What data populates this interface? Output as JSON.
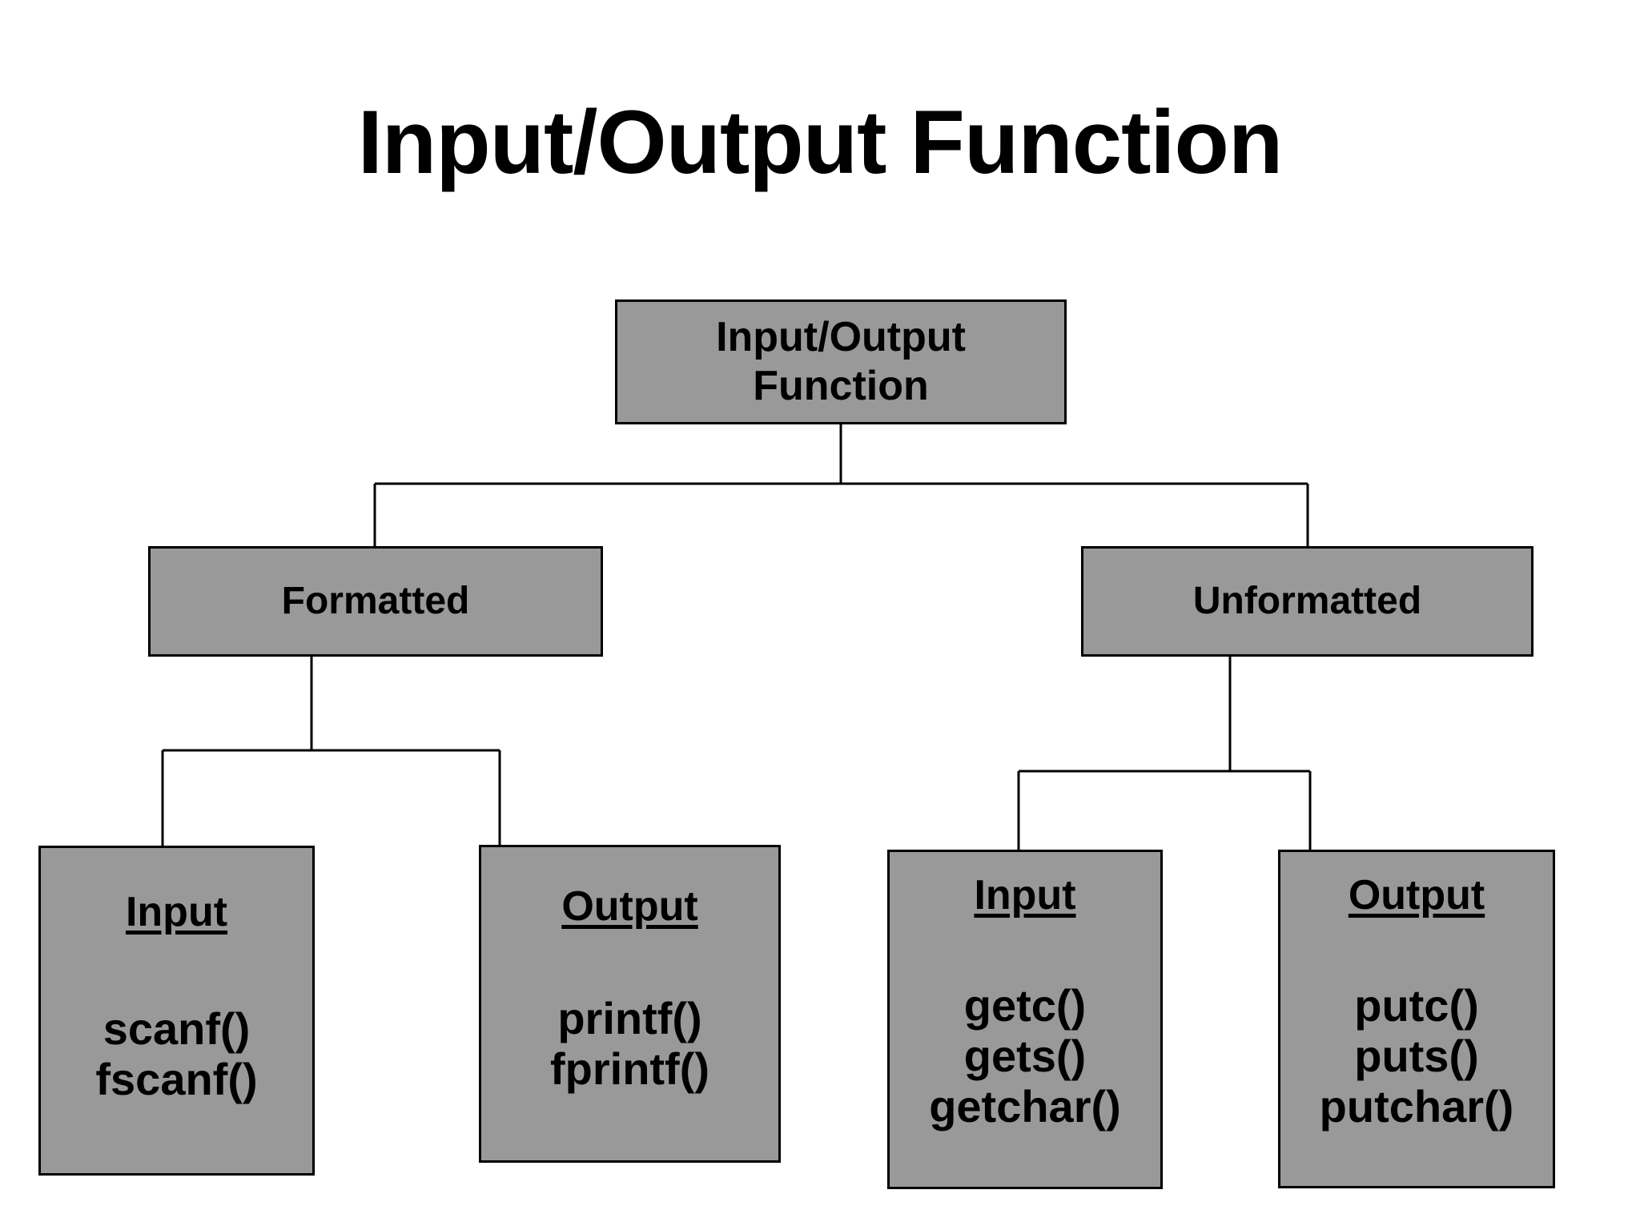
{
  "slide": {
    "title": "Input/Output Function",
    "background_color": "#ffffff",
    "node_fill_color": "#999999",
    "node_border_color": "#000000",
    "text_color": "#000000"
  },
  "diagram": {
    "type": "tree",
    "root": {
      "label": "Input/Output\nFunction"
    },
    "level2": [
      {
        "label": "Formatted"
      },
      {
        "label": "Unformatted"
      }
    ],
    "leaves": [
      {
        "heading": "Input",
        "functions": "scanf()\nfscanf()",
        "parent": "Formatted"
      },
      {
        "heading": "Output",
        "functions": "printf()\nfprintf()",
        "parent": "Formatted"
      },
      {
        "heading": "Input",
        "functions": "getc()\ngets()\ngetchar()",
        "parent": "Unformatted"
      },
      {
        "heading": "Output",
        "functions": "putc()\nputs()\nputchar()",
        "parent": "Unformatted"
      }
    ]
  }
}
